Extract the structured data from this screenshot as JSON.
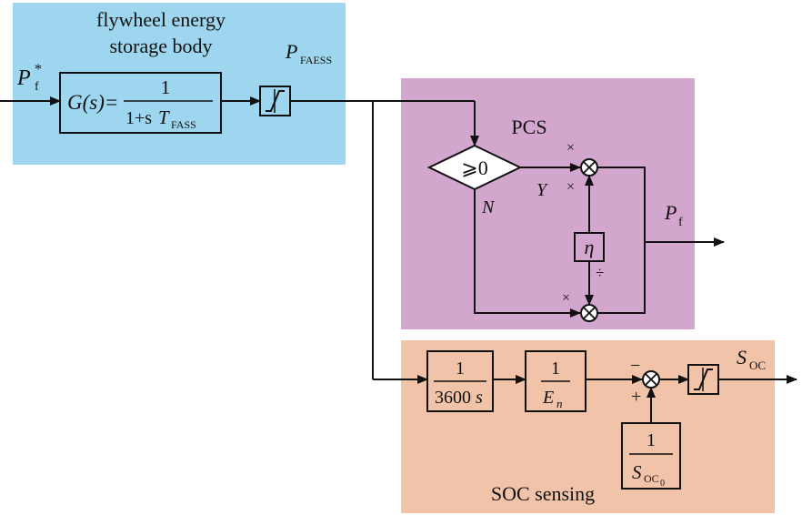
{
  "colors": {
    "storage_panel": "#9dd6ee",
    "pcs_panel": "#d3a6cd",
    "soc_panel": "#f1c3a9",
    "line": "#111111"
  },
  "storage_panel": {
    "title_line1": "flywheel energy",
    "title_line2": "storage body"
  },
  "input_signal": {
    "symbol": "P",
    "superscript": "*",
    "subscript": "f"
  },
  "transfer_block": {
    "lhs": "G(s)=",
    "numerator": "1",
    "denominator_prefix": "1+s",
    "denominator_symbol": "T",
    "denominator_subscript": "FASS"
  },
  "faess_signal": {
    "symbol": "P",
    "subscript": "FAESS"
  },
  "pcs_panel": {
    "title": "PCS",
    "decision_label": "⩾0",
    "yes_label": "Y",
    "no_label": "N",
    "mult_sign": "×",
    "div_sign": "÷",
    "efficiency_symbol": "η",
    "output_symbol": "P",
    "output_subscript": "f"
  },
  "soc_panel": {
    "title": "SOC sensing",
    "integrator_num": "1",
    "integrator_den": "3600",
    "integrator_var": "s",
    "energy_num": "1",
    "energy_den": "E",
    "energy_den_sub": "n",
    "minus_sign": "−",
    "plus_sign": "+",
    "init_num": "1",
    "init_den": "S",
    "init_den_sub": "OC",
    "init_den_subsub": "0",
    "output_symbol": "S",
    "output_subscript": "OC"
  }
}
